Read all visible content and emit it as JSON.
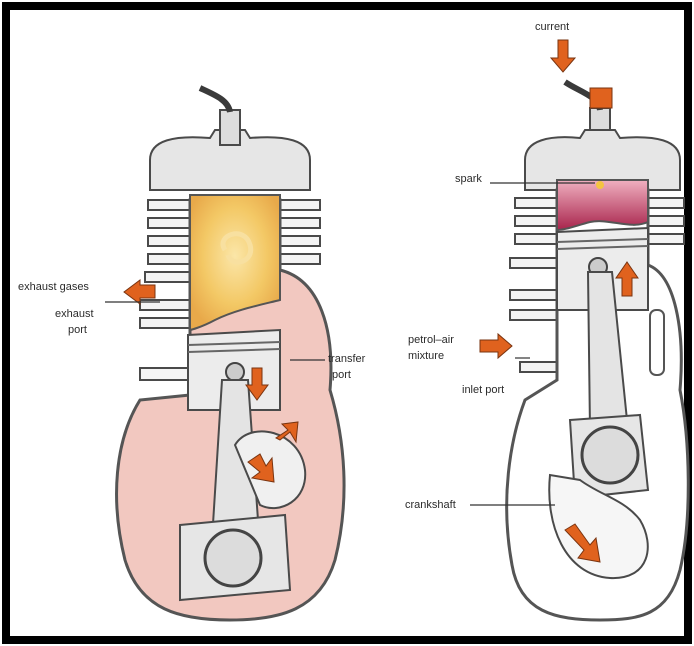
{
  "diagram": {
    "left_engine": {
      "labels": {
        "exhaust_gases": "exhaust gases",
        "exhaust_port_line1": "exhaust",
        "exhaust_port_line2": "port",
        "transfer_port_line1": "transfer",
        "transfer_port_line2": "port"
      }
    },
    "right_engine": {
      "labels": {
        "current": "current",
        "spark": "spark",
        "petrol_air_line1": "petrol–air",
        "petrol_air_line2": "mixture",
        "inlet_port": "inlet port",
        "crankshaft": "crankshaft"
      }
    },
    "colors": {
      "border": "#000000",
      "arrow": "#e0621e",
      "exhaust_gas": "#f0c060",
      "crankcase_fill": "#f2c8c0",
      "combustion": "#b8335a",
      "metal": "#e6e6e6",
      "outline": "#4a4a4a"
    }
  }
}
